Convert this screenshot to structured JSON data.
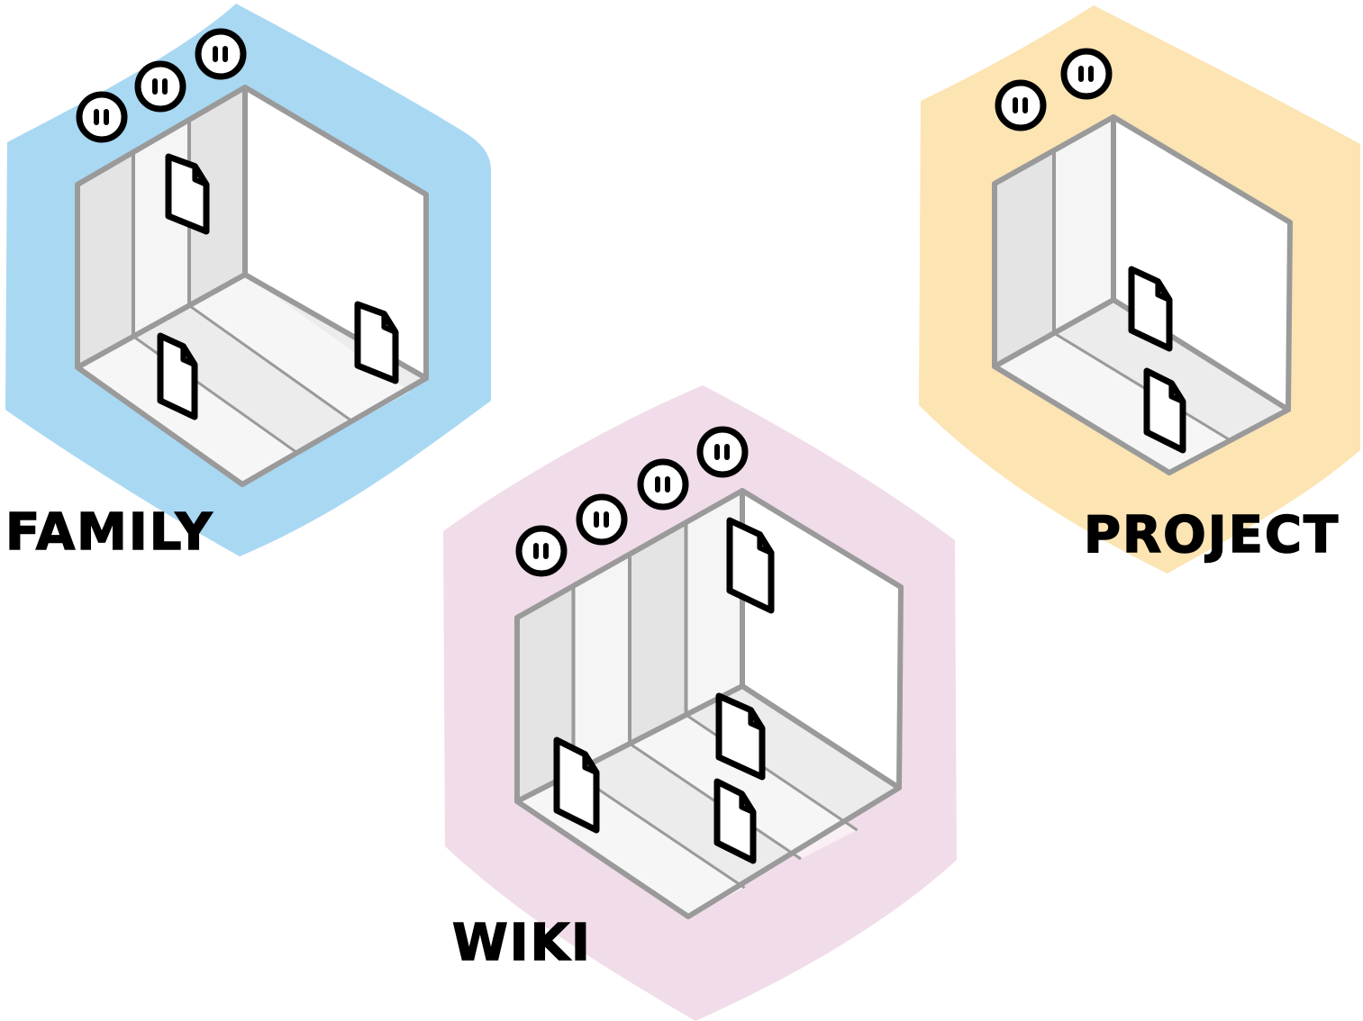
{
  "spaces": [
    {
      "id": "family",
      "label": "FAMILY",
      "color": "#a9d8f3",
      "member_count": 3,
      "document_count": 3,
      "compartment_count": 3
    },
    {
      "id": "project",
      "label": "PROJECT",
      "color": "#fce4b3",
      "member_count": 2,
      "document_count": 2,
      "compartment_count": 2
    },
    {
      "id": "wiki",
      "label": "WIKI",
      "color": "#f1dce9",
      "member_count": 4,
      "document_count": 4,
      "compartment_count": 4
    }
  ],
  "icons": {
    "member": "person-head-icon",
    "document": "document-icon"
  },
  "colors": {
    "outline": "#000000",
    "frame": "#9a9a9a",
    "back_wall_dark": "#e4e4e4",
    "back_wall_light": "#f5f5f5",
    "floor": "#ececec",
    "white": "#ffffff"
  }
}
